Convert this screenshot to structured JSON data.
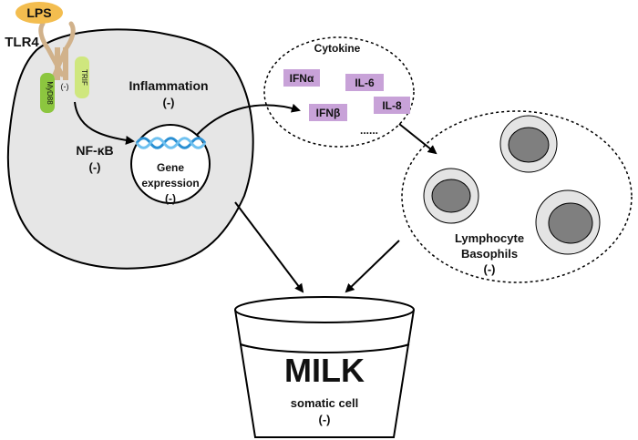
{
  "colors": {
    "lps_fill": "#f3bd4f",
    "receptor_fill": "#d1b28b",
    "myd88_fill": "#8cc63f",
    "trif_fill": "#cfe77e",
    "cell_fill": "#e6e6e6",
    "cytokine_box": "#c8a2d8",
    "dna_color": "#2a8fd2",
    "lymph_outer": "#e4e4e4",
    "lymph_inner": "#7f7f7f"
  },
  "receptor": {
    "lps": "LPS",
    "tlr4": "TLR4",
    "myd88": "MyD88",
    "trif": "TRIF",
    "sign": "(-)"
  },
  "cell": {
    "inflammation": "Inflammation",
    "inflammation_sign": "(-)",
    "nfkb": "NF-κB",
    "nfkb_sign": "(-)",
    "gene_line1": "Gene",
    "gene_line2": "expression",
    "gene_sign": "(-)"
  },
  "cytokine": {
    "title": "Cytokine",
    "items": [
      "IFNα",
      "IL-6",
      "IFNβ",
      "IL-8"
    ],
    "ellipsis": "......"
  },
  "immune": {
    "line1": "Lymphocyte",
    "line2": "Basophils",
    "sign": "(-)"
  },
  "milk": {
    "title": "MILK",
    "line1": "somatic cell",
    "sign": "(-)"
  }
}
